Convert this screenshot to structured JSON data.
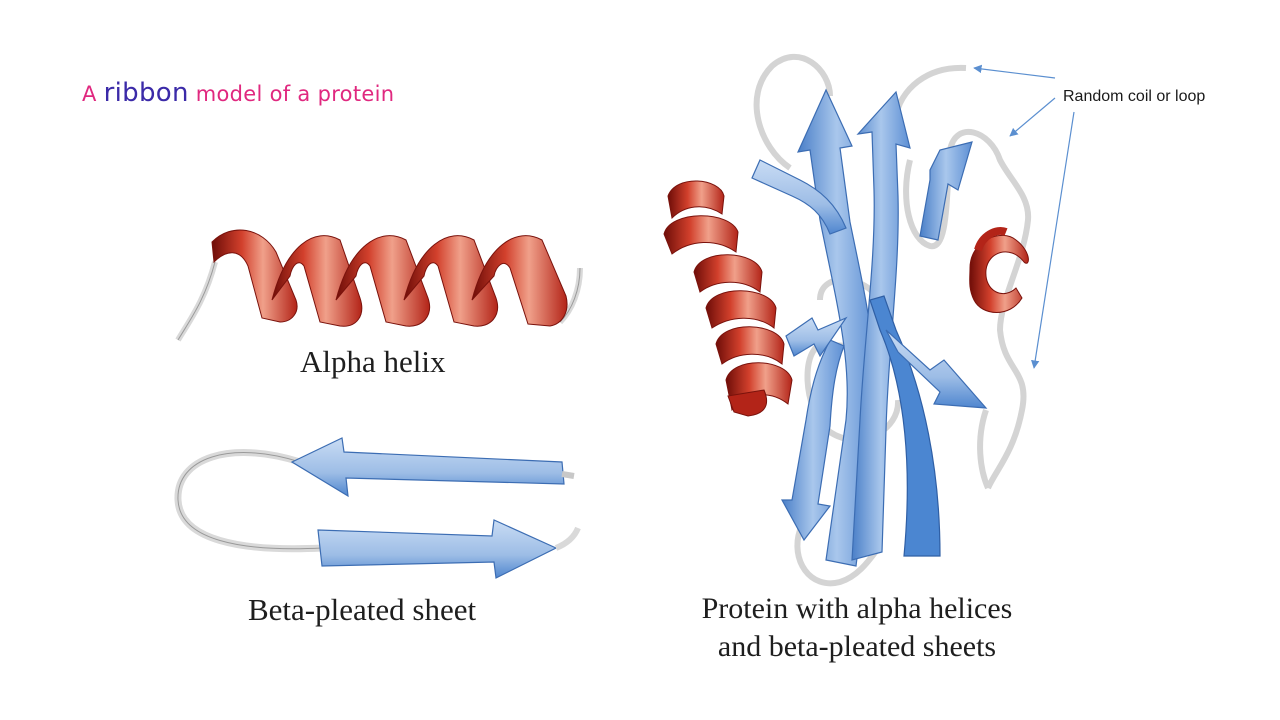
{
  "title": {
    "prefix": "A ",
    "highlight": "ribbon",
    "suffix": " model of a protein",
    "prefix_color": "#e0287f",
    "highlight_color": "#3b2aa8"
  },
  "panels": {
    "alpha_helix": {
      "label": "Alpha helix",
      "color": "#b32418"
    },
    "beta_sheet": {
      "label": "Beta-pleated sheet",
      "color": "#8fb3e2"
    },
    "protein": {
      "label_line1": "Protein with alpha helices",
      "label_line2": "and beta-pleated sheets"
    }
  },
  "callout": {
    "label": "Random coil or loop",
    "arrow_color": "#5b8fd0"
  }
}
